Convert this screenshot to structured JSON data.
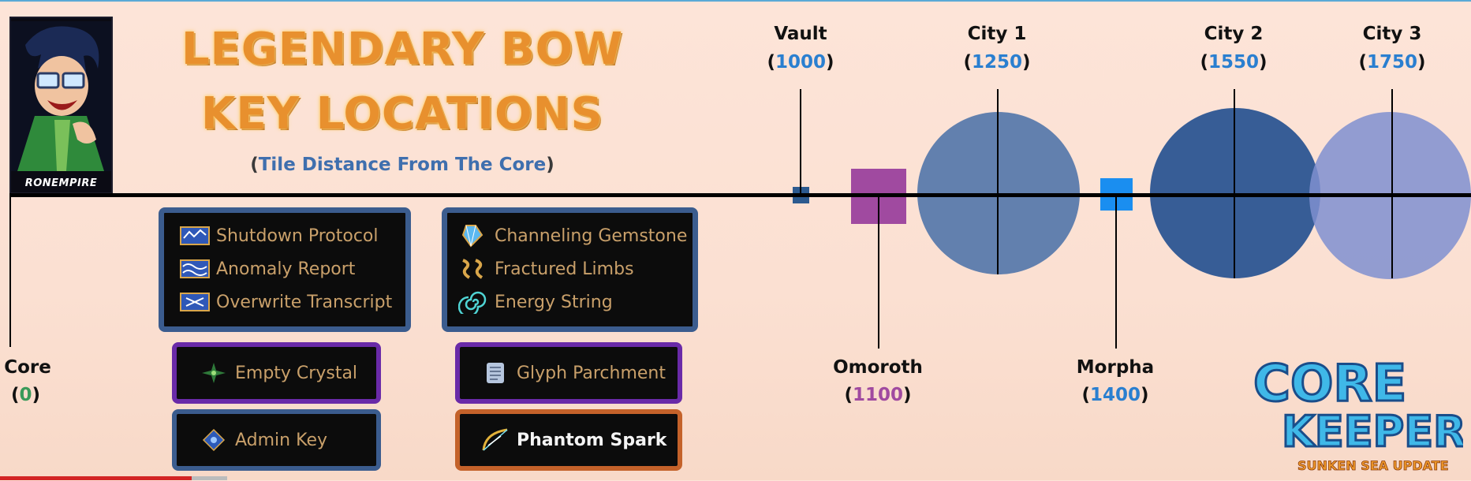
{
  "avatar": {
    "label": "RONEMPIRE"
  },
  "title": {
    "line1": "LEGENDARY BOW",
    "line2": "KEY LOCATIONS"
  },
  "subtitle": {
    "open": "(",
    "text": "Tile Distance From The Core",
    "close": ")"
  },
  "locations": {
    "core": {
      "name": "Core",
      "distance": "0",
      "dist_color": "#3a9a5a"
    },
    "vault": {
      "name": "Vault",
      "distance": "1000",
      "dist_color": "#2a7fd0"
    },
    "omoroth": {
      "name": "Omoroth",
      "distance": "1100",
      "dist_color": "#a04aa0"
    },
    "city1": {
      "name": "City 1",
      "distance": "1250",
      "dist_color": "#2a7fd0"
    },
    "morpha": {
      "name": "Morpha",
      "distance": "1400",
      "dist_color": "#2a7fd0"
    },
    "city2": {
      "name": "City 2",
      "distance": "1550",
      "dist_color": "#2a7fd0"
    },
    "city3": {
      "name": "City 3",
      "distance": "1750",
      "dist_color": "#2a7fd0"
    }
  },
  "boxes": {
    "box1": [
      "Shutdown Protocol",
      "Anomaly Report",
      "Overwrite Transcript"
    ],
    "box2": [
      "Channeling Gemstone",
      "Fractured Limbs",
      "Energy String"
    ],
    "box3": "Empty Crystal",
    "box4": "Glyph Parchment",
    "box5": "Admin Key",
    "box6": "Phantom Spark"
  },
  "brand": {
    "line1": "CORE",
    "line2": "KEEPER",
    "tagline": "SUNKEN SEA UPDATE"
  },
  "colors": {
    "vault_square": "#2c5a8f",
    "omoroth_square": "#a04aa0",
    "city1_circle": "#5577aa",
    "morpha_square": "#1a8ef0",
    "city2_circle": "#2c5592",
    "city3_circle": "#7f8fd0",
    "blue_border": "#3b5c8e",
    "purple_border": "#6a2aa8",
    "orange_border": "#c4622a"
  }
}
